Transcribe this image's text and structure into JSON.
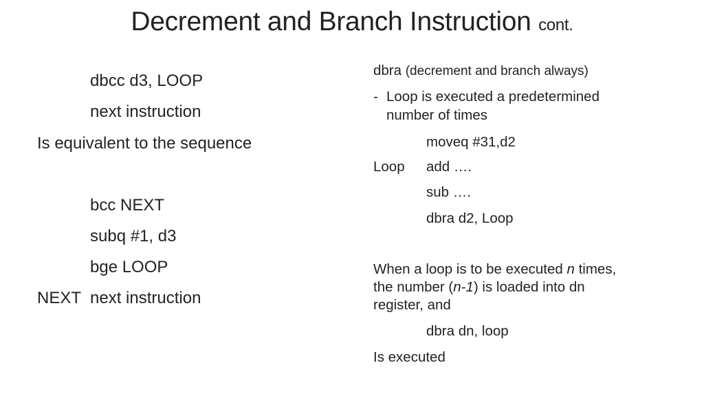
{
  "slide": {
    "title_main": "Decrement and Branch Instruction",
    "title_suffix": "cont."
  },
  "left": {
    "line1": "dbcc d3, LOOP",
    "line2": "next instruction",
    "line3": "Is equivalent to the sequence",
    "line4": "bcc NEXT",
    "line5": "subq #1, d3",
    "line6": "bge LOOP",
    "line7_label": "NEXT",
    "line7_text": "next instruction"
  },
  "right": {
    "heading_code": "dbra",
    "heading_desc": "(decrement and branch always)",
    "bullet_dash": "-",
    "bullet_line1": "Loop is executed a predetermined",
    "bullet_line2": "number of times",
    "code1": "moveq #31,d2",
    "code2_label": "Loop",
    "code2": "add ….",
    "code3": "sub ….",
    "code4": "dbra d2, Loop",
    "para_part1": "When a loop is to be executed ",
    "para_n": "n",
    "para_part2": " times,",
    "para2_part1": "the number (",
    "para2_n1": "n-1",
    "para2_part2": ") is loaded into dn",
    "para3": "register, and",
    "code5": "dbra dn, loop",
    "final": "Is executed"
  }
}
